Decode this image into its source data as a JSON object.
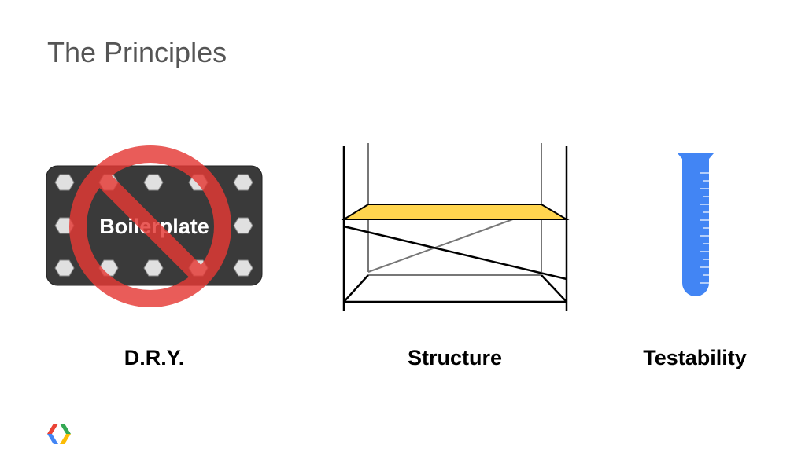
{
  "slide": {
    "title": "The Principles"
  },
  "principles": [
    {
      "label": "D.R.Y.",
      "icon": "no-boilerplate-icon",
      "plate_text": "Boilerplate"
    },
    {
      "label": "Structure",
      "icon": "scaffolding-icon"
    },
    {
      "label": "Testability",
      "icon": "test-tube-icon"
    }
  ],
  "logo": {
    "icon": "chrome-dev-logo-icon"
  },
  "colors": {
    "title": "#555555",
    "plate": "#3a3a3a",
    "prohibition": "#e53935",
    "plank": "#ffd54f",
    "tube": "#4285f4"
  }
}
